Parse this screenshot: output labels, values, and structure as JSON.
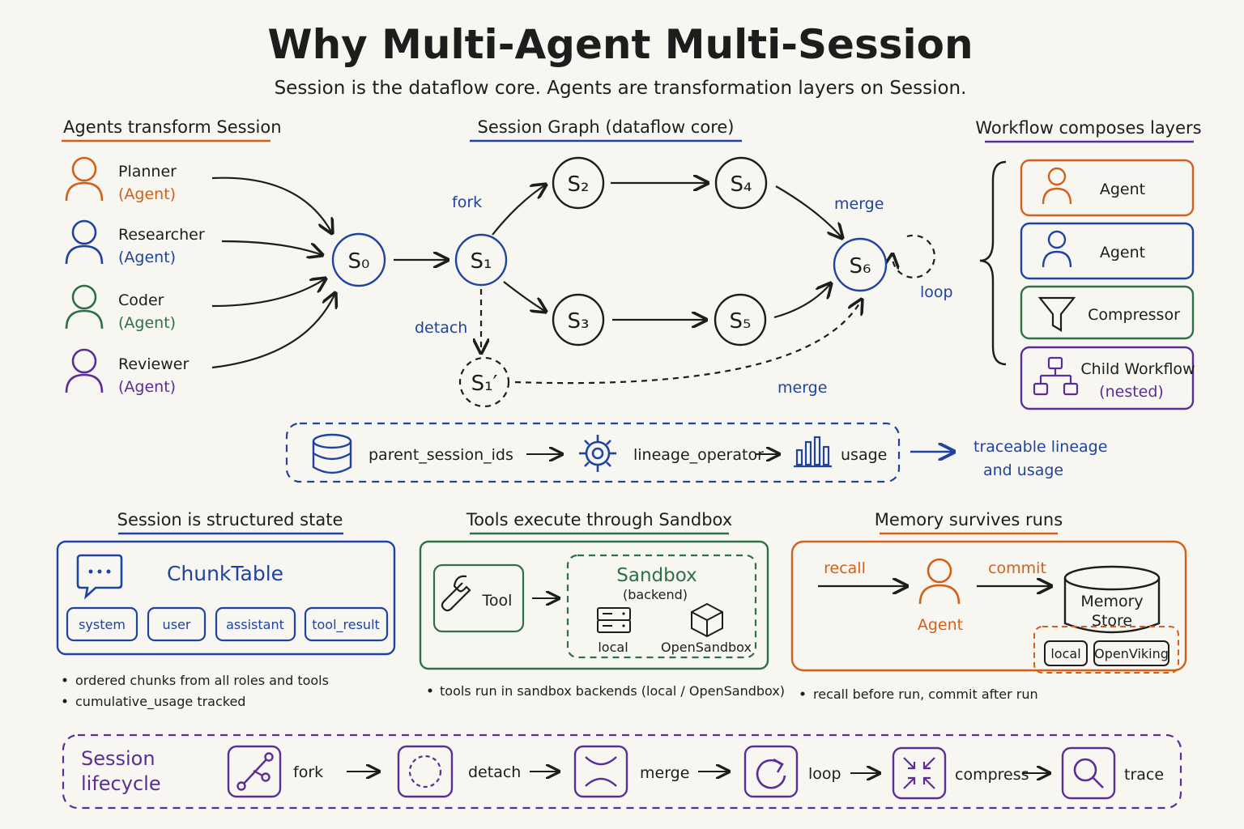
{
  "title": "Why Multi-Agent Multi-Session",
  "subtitle": "Session is the dataflow core. Agents are transformation layers on Session.",
  "colors": {
    "orange": "#d2601a",
    "blue": "#1f44a0",
    "green": "#2e7048",
    "purple": "#5a2e96",
    "ink": "#1d1d1d"
  },
  "agents_section": {
    "heading": "Agents transform Session",
    "agents": [
      {
        "name": "Planner",
        "role": "(Agent)",
        "color": "orange",
        "icon": "person-icon"
      },
      {
        "name": "Researcher",
        "role": "(Agent)",
        "color": "blue",
        "icon": "person-icon"
      },
      {
        "name": "Coder",
        "role": "(Agent)",
        "color": "green",
        "icon": "person-icon"
      },
      {
        "name": "Reviewer",
        "role": "(Agent)",
        "color": "purple",
        "icon": "person-icon"
      }
    ]
  },
  "graph_section": {
    "heading": "Session Graph (dataflow core)",
    "nodes": {
      "s0": "S₀",
      "s1": "S₁",
      "s2": "S₂",
      "s3": "S₃",
      "s4": "S₄",
      "s5": "S₅",
      "s6": "S₆",
      "s1p": "S₁′"
    },
    "edge_labels": {
      "fork": "fork",
      "detach": "detach",
      "merge_top": "merge",
      "merge_bottom": "merge",
      "loop": "loop"
    }
  },
  "workflow_section": {
    "heading": "Workflow composes layers",
    "layers": [
      {
        "label": "Agent",
        "color": "orange",
        "icon": "person-icon"
      },
      {
        "label": "Agent",
        "color": "blue",
        "icon": "person-icon"
      },
      {
        "label": "Compressor",
        "color": "green",
        "icon": "funnel-icon"
      },
      {
        "label": "Child Workflow",
        "sub": "(nested)",
        "color": "purple",
        "icon": "hierarchy-icon"
      }
    ]
  },
  "lineage": {
    "items": [
      "parent_session_ids",
      "lineage_operator",
      "usage"
    ],
    "icons": [
      "database-icon",
      "gear-icon",
      "bar-chart-icon"
    ],
    "result_line1": "traceable lineage",
    "result_line2": "and usage"
  },
  "state_section": {
    "heading": "Session is structured state",
    "table_title": "ChunkTable",
    "chips": [
      "system",
      "user",
      "assistant",
      "tool_result"
    ],
    "bullets": [
      "ordered chunks from all roles and tools",
      "cumulative_usage tracked"
    ]
  },
  "tools_section": {
    "heading": "Tools execute through Sandbox",
    "tool_label": "Tool",
    "sandbox_title": "Sandbox",
    "sandbox_sub": "(backend)",
    "backends": [
      "local",
      "OpenSandbox"
    ],
    "bullet": "tools run in sandbox backends (local / OpenSandbox)"
  },
  "memory_section": {
    "heading": "Memory survives runs",
    "recall": "recall",
    "commit": "commit",
    "agent": "Agent",
    "store_line1": "Memory",
    "store_line2": "Store",
    "backends": [
      "local",
      "OpenViking"
    ],
    "bullet": "recall before run, commit after run"
  },
  "lifecycle": {
    "title_line1": "Session",
    "title_line2": "lifecycle",
    "steps": [
      {
        "label": "fork",
        "icon": "fork-icon"
      },
      {
        "label": "detach",
        "icon": "detach-icon"
      },
      {
        "label": "merge",
        "icon": "merge-icon"
      },
      {
        "label": "loop",
        "icon": "loop-icon"
      },
      {
        "label": "compress",
        "icon": "compress-icon"
      },
      {
        "label": "trace",
        "icon": "trace-icon"
      }
    ]
  }
}
